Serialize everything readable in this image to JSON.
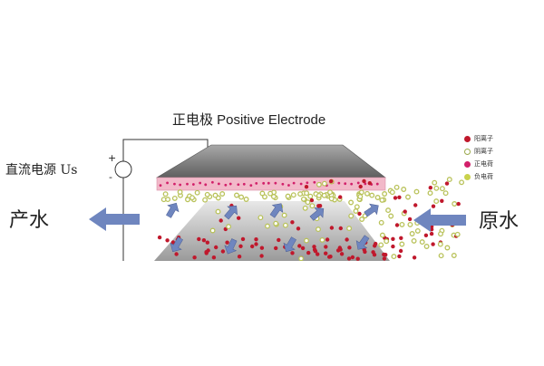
{
  "labels": {
    "electrode": "正电极 Positive Electrode",
    "power": "直流电源 Us",
    "plus": "+",
    "minus": "-",
    "out_water": "产水",
    "in_water": "原水"
  },
  "legend": [
    {
      "label": "阳离子",
      "color": "#c0182c",
      "style": "filled"
    },
    {
      "label": "阴离子",
      "color": "#9aa84a",
      "style": "ring"
    },
    {
      "label": "正电荷",
      "color": "#d2206a",
      "style": "filled"
    },
    {
      "label": "负电荷",
      "color": "#c9d24c",
      "style": "filled"
    }
  ],
  "colors": {
    "cation": "#c0182c",
    "anion": "#b9c25a",
    "electrode_top": "#8a8a8a",
    "charge_layer": "#f2b9c9",
    "arrow": "#6f86bf"
  }
}
